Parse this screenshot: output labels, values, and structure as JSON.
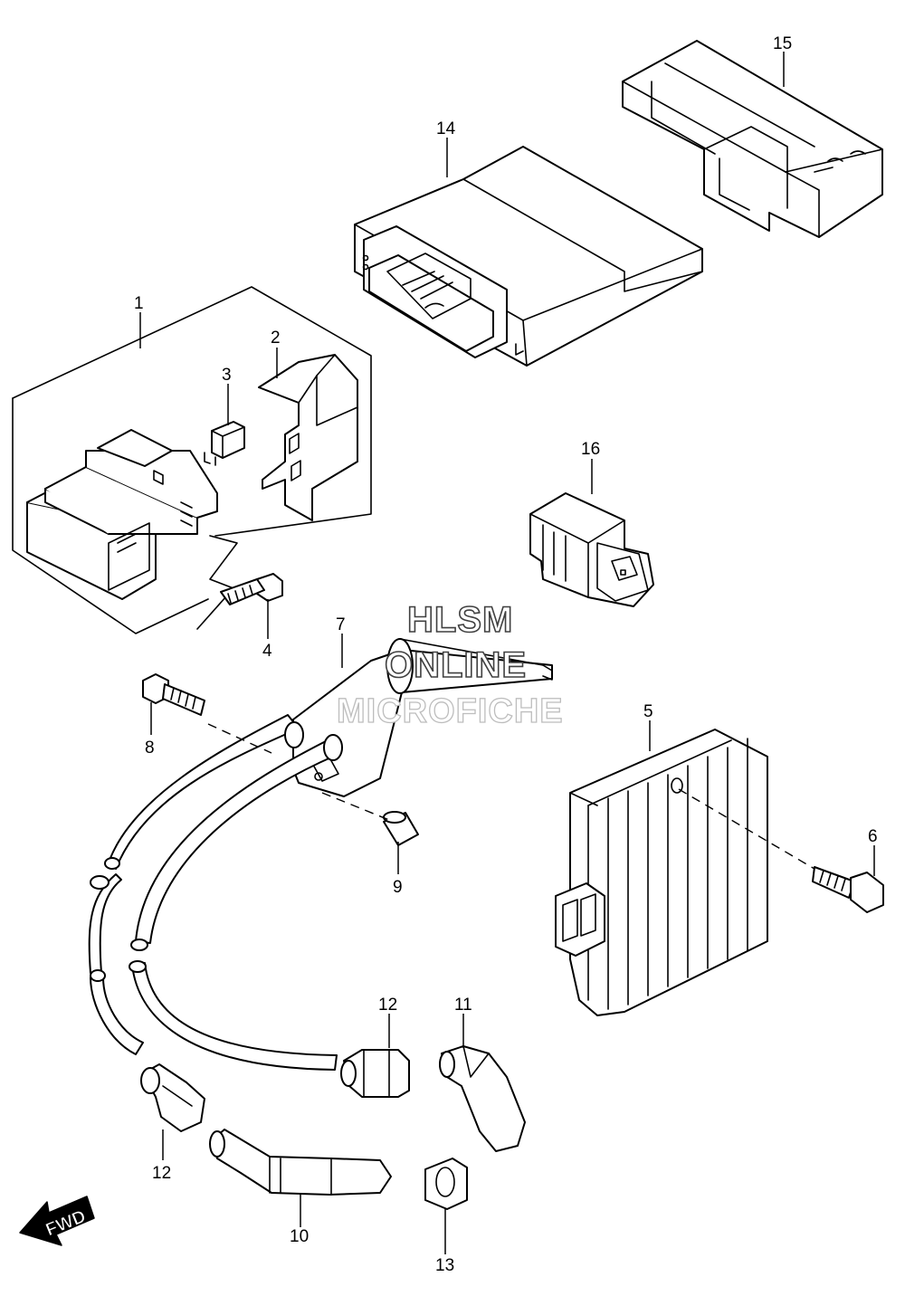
{
  "callouts": {
    "c1": "1",
    "c2": "2",
    "c3": "3",
    "c4": "4",
    "c5": "5",
    "c6": "6",
    "c7": "7",
    "c8": "8",
    "c9": "9",
    "c10": "10",
    "c11": "11",
    "c12a": "12",
    "c12b": "12",
    "c13": "13",
    "c14": "14",
    "c15": "15",
    "c16": "16"
  },
  "watermark": {
    "line1": "HLSM",
    "line2": "ONLINE",
    "line3": "MICROFICHE"
  },
  "fwd_label": "FWD",
  "colors": {
    "line": "#000000",
    "background": "#ffffff",
    "watermark": "#404040"
  }
}
